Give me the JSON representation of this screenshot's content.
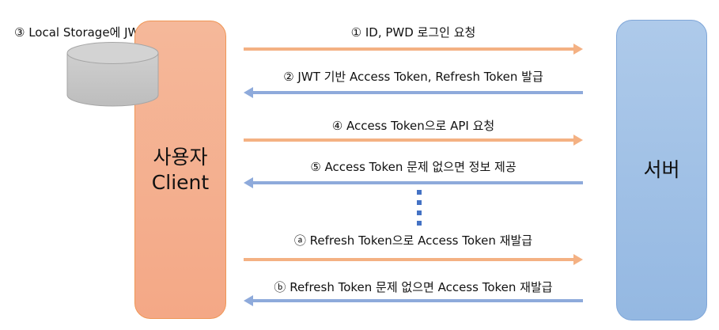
{
  "diagram": {
    "title": "JWT Access/Refresh Token Flow",
    "colors": {
      "client_fill": "#f4ae8e",
      "client_border": "#ef9655",
      "server_fill": "#a3c1e6",
      "server_border": "#7fa6d8",
      "request_arrow": "#f4b183",
      "response_arrow": "#8eaadb",
      "ellipsis_dots": "#4472c4",
      "storage_fill": "#c8c8c8"
    },
    "client": {
      "line1": "사용자",
      "line2": "Client"
    },
    "server": {
      "label": "서버"
    },
    "storage": {
      "caption": "③ Local Storage에 JWT 저장",
      "icon": "database-cylinder-icon"
    },
    "messages": [
      {
        "label": "① ID, PWD 로그인 요청",
        "direction": "client-to-server"
      },
      {
        "label": "② JWT 기반 Access Token, Refresh Token 발급",
        "direction": "server-to-client"
      },
      {
        "label": "④ Access Token으로 API 요청",
        "direction": "client-to-server"
      },
      {
        "label": "⑤ Access Token 문제 없으면 정보 제공",
        "direction": "server-to-client"
      },
      {
        "label": "ⓐ Refresh Token으로 Access Token 재발급",
        "direction": "client-to-server"
      },
      {
        "label": "ⓑ Refresh Token 문제 없으면 Access Token  재발급",
        "direction": "server-to-client"
      }
    ],
    "ellipsis": "vertical-dots"
  }
}
